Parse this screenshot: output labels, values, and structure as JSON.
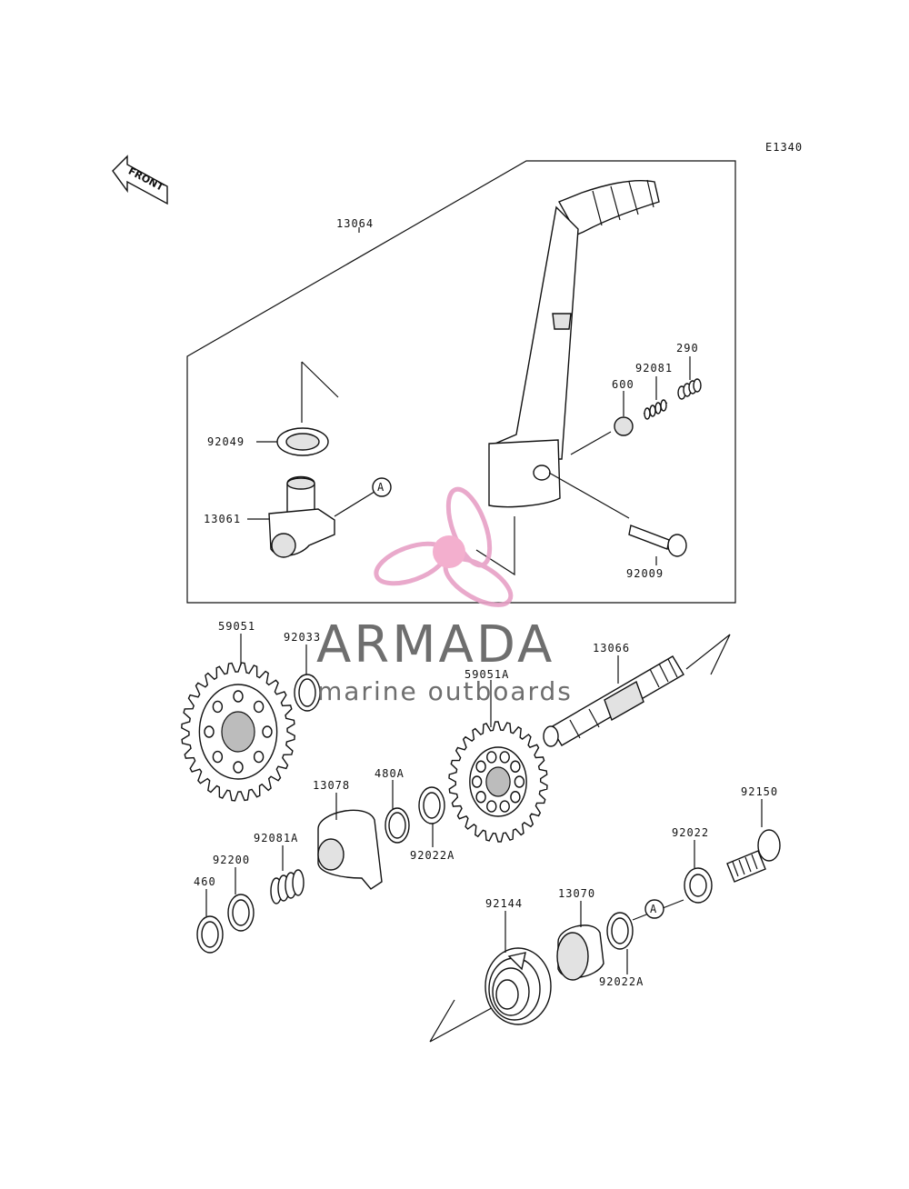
{
  "diagram_code": "E1340",
  "front_label": "FRONT",
  "callout_a": "A",
  "callout_a2": "A",
  "parts": {
    "p13064": "13064",
    "p92049": "92049",
    "p13061": "13061",
    "p92081": "92081",
    "p290": "290",
    "p600": "600",
    "p92009": "92009",
    "p59051": "59051",
    "p92033": "92033",
    "p59051a": "59051A",
    "p13066": "13066",
    "p13078": "13078",
    "p480a": "480A",
    "p92022a_1": "92022A",
    "p92081a": "92081A",
    "p92200": "92200",
    "p460": "460",
    "p92150": "92150",
    "p92022": "92022",
    "p13070": "13070",
    "p92144": "92144",
    "p92022a_2": "92022A"
  },
  "watermark": {
    "brand": "ARMADA",
    "tagline": "marine outboards",
    "colors": {
      "logo_pink": "#f2a7c9",
      "logo_pink_dark": "#e7a0c6",
      "text_gray": "#6e6e6e"
    }
  }
}
